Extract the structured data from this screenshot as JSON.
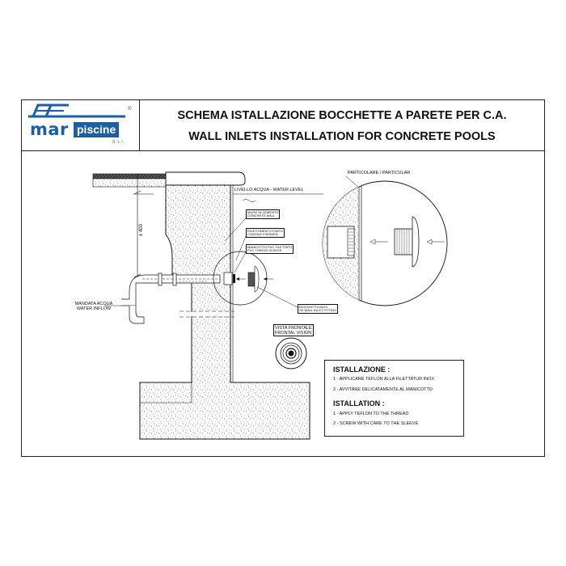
{
  "header": {
    "title_it": "SCHEMA ISTALLAZIONE BOCCHETTE A PARETE PER C.A.",
    "title_en": "WALL INLETS INSTALLATION FOR CONCRETE POOLS"
  },
  "logo": {
    "mar": "mar",
    "piscine": "piscine",
    "srl": "S.r.l.",
    "registered": "®"
  },
  "labels": {
    "water_level": "LIVELLO ACQUA - WATER LEVEL",
    "particular": "PARTICOLARE / PARTICULAR",
    "height": "± 400",
    "concrete_wall_it": "MURO IN CEMENTO",
    "concrete_wall_en": "CONCRETE WALL",
    "finish_it": "RIVESTIMENTO FINITO",
    "finish_en": "COATING FINISHED",
    "sleeve_it": "MANICOTTO PVC FILETTATO",
    "sleeve_en": "PVC THREAD SLEEVE",
    "fitting_it": "BOCCHETTA INOX",
    "fitting_en": "SS WALL INLET FITTING",
    "inflow_it": "MANDATA ACQUA",
    "inflow_en": "WATER INFLOW",
    "frontal_it": "VISTA FRONTALE",
    "frontal_en": "FRONTAL VISION"
  },
  "installation": {
    "heading_it": "ISTALLAZIONE :",
    "step1_it": "1 - APPLICARE TEFLON ALLA FILETTATUR INOX",
    "step2_it": "2 - AVVITARE DELICATAMENTE AL MANICOTTO",
    "heading_en": "ISTALLATION :",
    "step1_en": "1 - APPLY TEFLON TO THE THREAD",
    "step2_en": "2 - SCREW WITH CARE TO THE SLEEVE"
  },
  "colors": {
    "brand_blue": "#1d5fa6",
    "line": "#111111",
    "concrete_dots": "#444444"
  },
  "icons": [
    "pool-logo-icon",
    "arrow-left-icon"
  ]
}
